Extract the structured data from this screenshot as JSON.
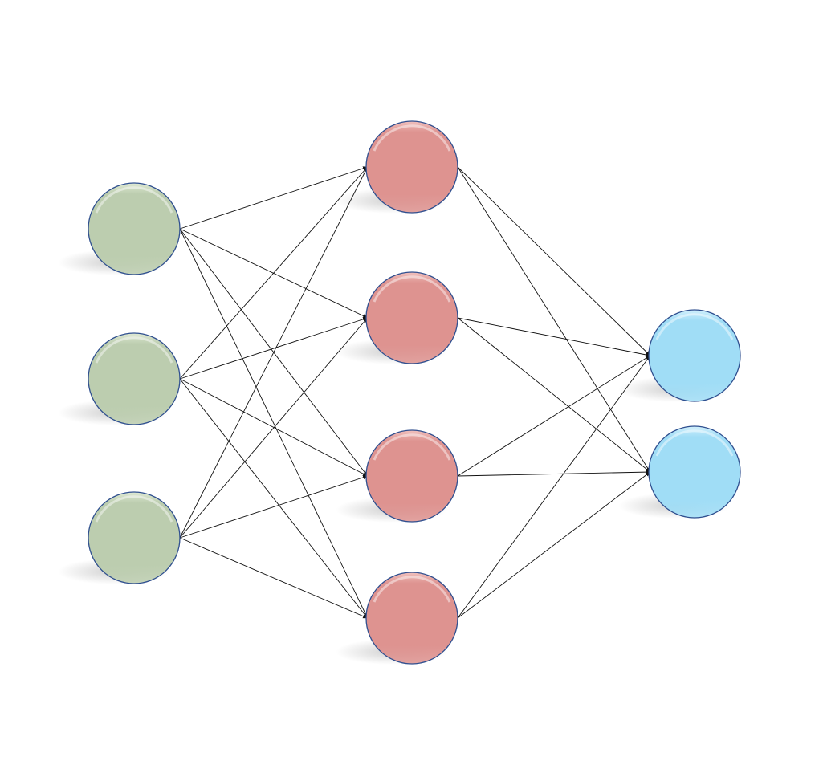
{
  "diagram": {
    "type": "feedforward-neural-network",
    "layers": [
      {
        "name": "input",
        "nodes": 3,
        "fill": "#bccdaf",
        "highlight": "#dfe9d4"
      },
      {
        "name": "hidden",
        "nodes": 4,
        "fill": "#de9390",
        "highlight": "#f0c0bd"
      },
      {
        "name": "output",
        "nodes": 2,
        "fill": "#a0ddf6",
        "highlight": "#d2f0fc"
      }
    ],
    "node_stroke": "#2f4f8f",
    "edge_color": "#111111",
    "connectivity": "fully-connected",
    "edge_arrowheads": true
  }
}
